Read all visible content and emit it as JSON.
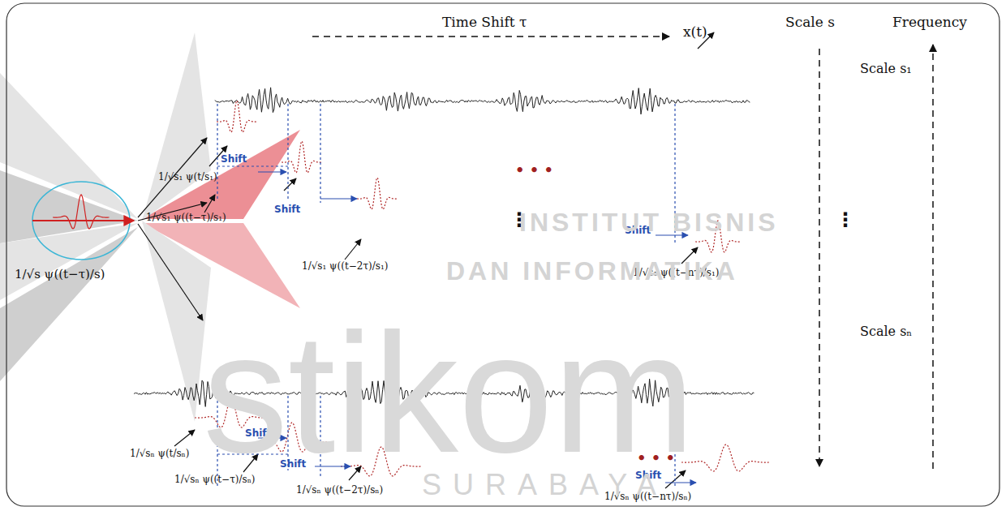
{
  "diagram": {
    "labels": [
      "Time Shift τ",
      "x(t)",
      "Scale s",
      "Frequency",
      "Scale s₁",
      "1/√s ψ((t−τ)/s)",
      "1/√s₁ ψ(t/s₁)",
      "Shift",
      "1/√s₁ ψ((t−τ)/s₁)",
      "Shift",
      "1/√s₁ ψ((t−2τ)/s₁)",
      "• • •",
      "Shift",
      "1/√s₁ ψ((t−nτ)/s₁)",
      "⋮",
      "⋮",
      "Scale sₙ",
      "1/√sₙ ψ(t/sₙ)",
      "Shift",
      "1/√sₙ ψ((t−τ)/sₙ)",
      "Shift",
      "1/√sₙ ψ((t−2τ)/sₙ)",
      "• • •",
      "Shift",
      "1/√sₙ ψ((t−nτ)/sₙ)",
      "INSTITUT BISNIS",
      "DAN INFORMATIKA",
      "stikom",
      "SURABAYA"
    ]
  }
}
